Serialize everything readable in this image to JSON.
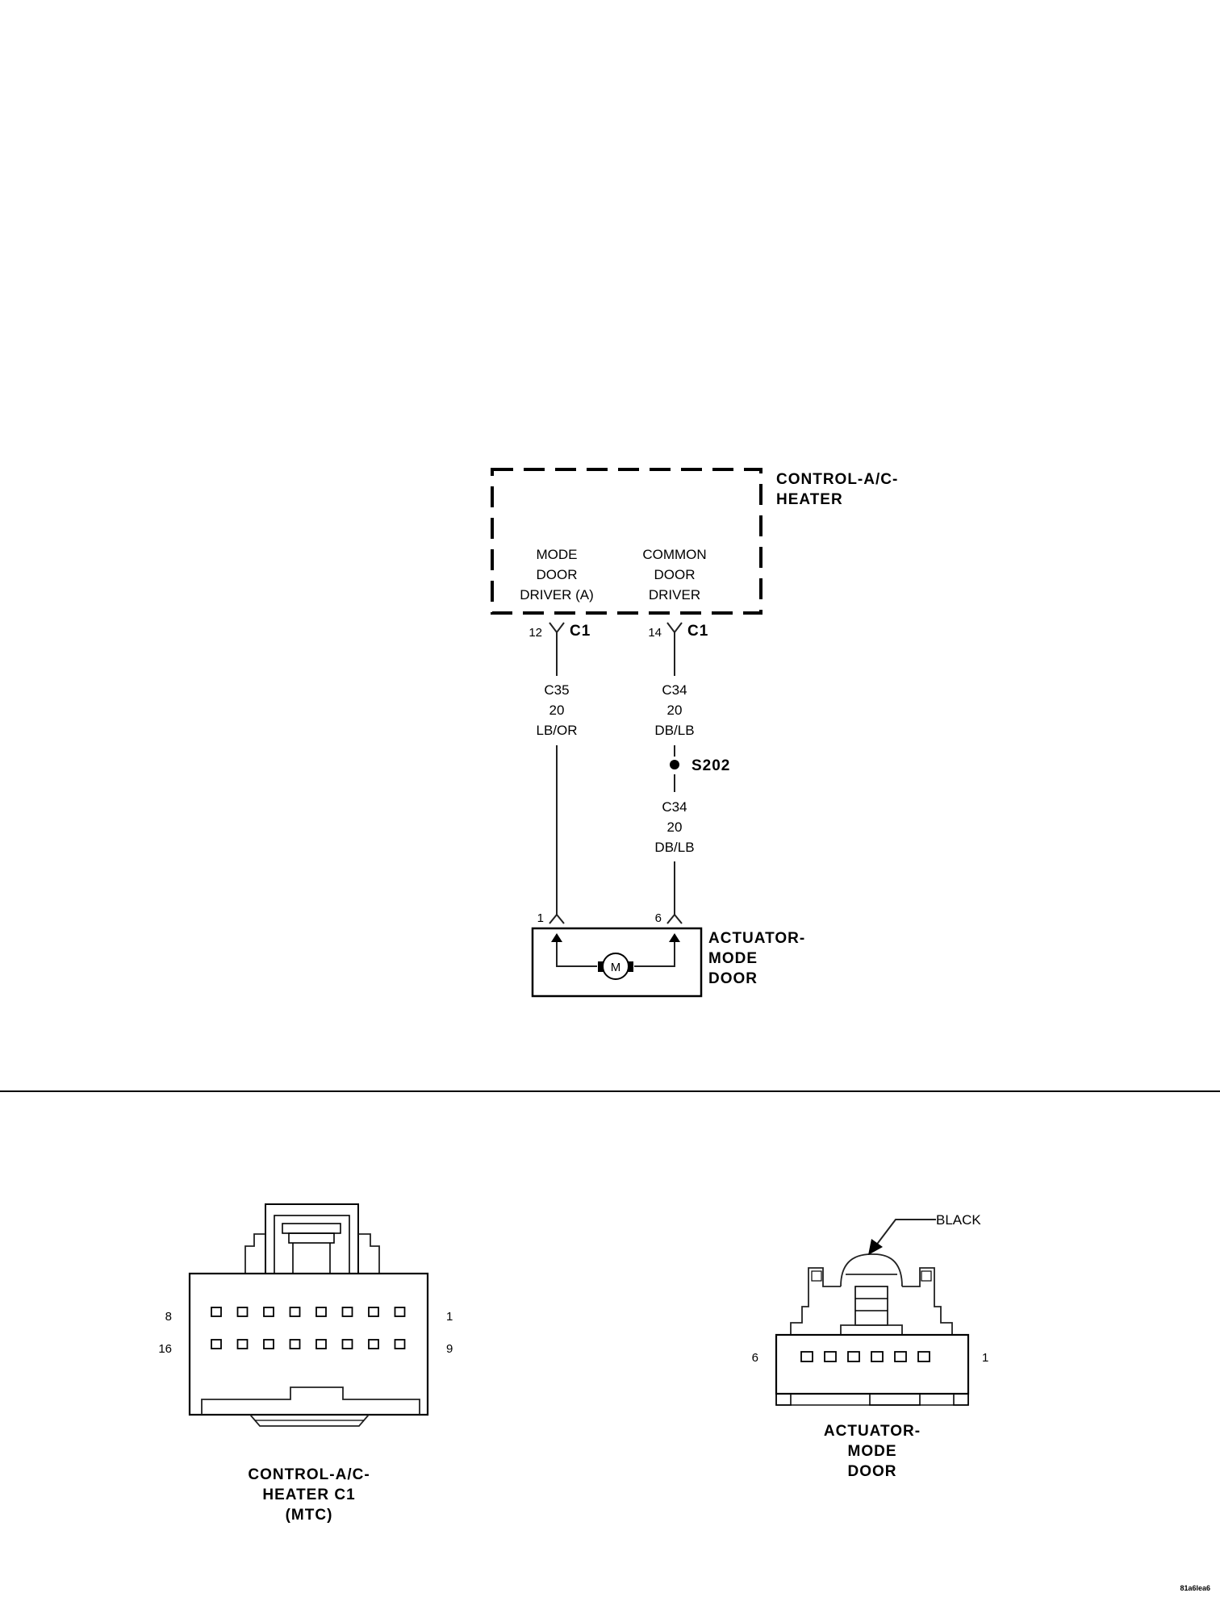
{
  "module": {
    "title_line1": "CONTROL-A/C-",
    "title_line2": "HEATER",
    "pins": [
      {
        "name_lines": [
          "MODE",
          "DOOR",
          "DRIVER (A)"
        ],
        "pin": "12",
        "connector": "C1"
      },
      {
        "name_lines": [
          "COMMON",
          "DOOR",
          "DRIVER"
        ],
        "pin": "14",
        "connector": "C1"
      }
    ]
  },
  "wires": {
    "left": {
      "circuit": "C35",
      "gauge": "20",
      "color": "LB/OR"
    },
    "right_upper": {
      "circuit": "C34",
      "gauge": "20",
      "color": "DB/LB"
    },
    "right_lower": {
      "circuit": "C34",
      "gauge": "20",
      "color": "DB/LB"
    }
  },
  "splice": {
    "label": "S202"
  },
  "actuator": {
    "pin_left": "1",
    "pin_right": "6",
    "motor_symbol": "M",
    "title_lines": [
      "ACTUATOR-",
      "MODE",
      "DOOR"
    ]
  },
  "connector_views": {
    "hvac": {
      "pin_top_left": "8",
      "pin_top_right": "1",
      "pin_bottom_left": "16",
      "pin_bottom_right": "9",
      "rows": 2,
      "cavities_per_row": 8,
      "caption_lines": [
        "CONTROL-A/C-",
        "HEATER C1",
        "(MTC)"
      ]
    },
    "actuator": {
      "callout": "BLACK",
      "pin_left": "6",
      "pin_right": "1",
      "cavities": 6,
      "caption_lines": [
        "ACTUATOR-",
        "MODE",
        "DOOR"
      ]
    }
  },
  "figure_id": "81a6lea6"
}
